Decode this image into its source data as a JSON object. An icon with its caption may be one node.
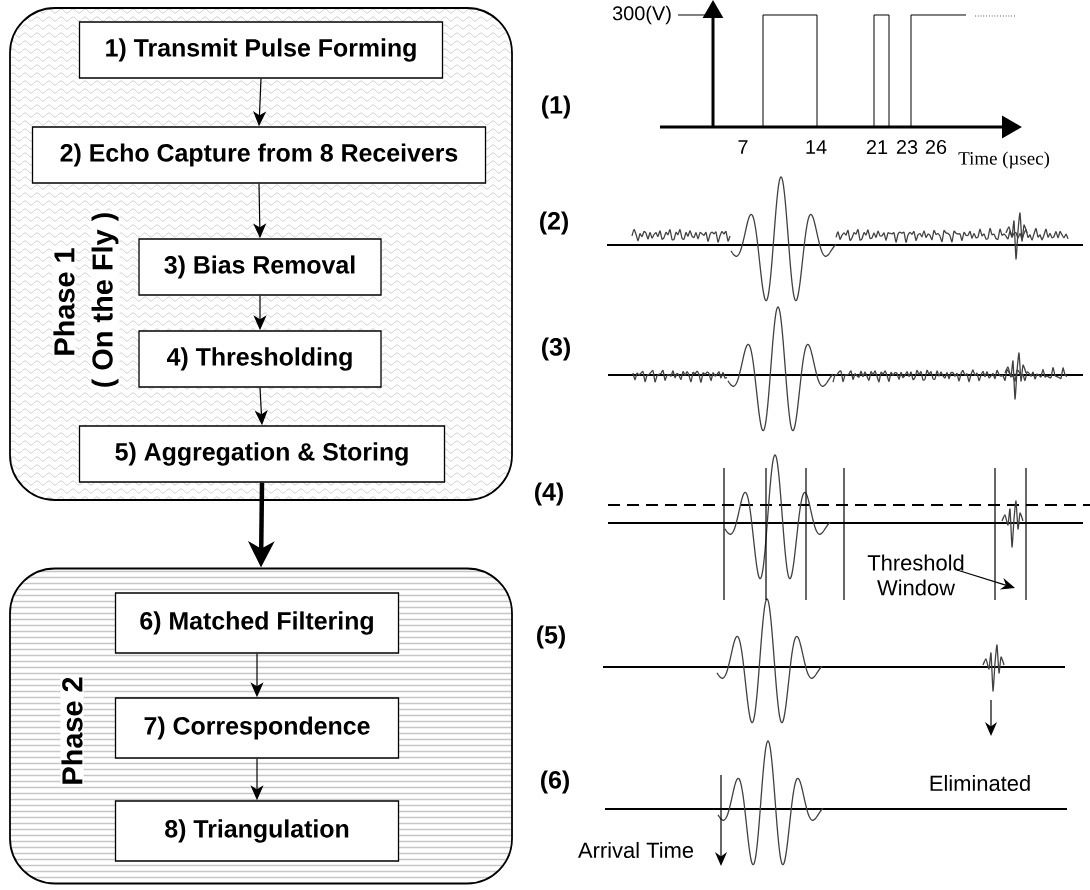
{
  "diagram": {
    "nodes": [
      {
        "text": [
          "Phase 1",
          "( On the Fly )"
        ]
      },
      {
        "text": [
          "1) Transmit Pulse Forming"
        ],
        "in": 0
      },
      {
        "text": [
          "2) Echo Capture from 8 Receivers"
        ],
        "in": 0
      },
      {
        "text": [
          "3) Bias Removal"
        ],
        "in": 0
      },
      {
        "text": [
          "4) Thresholding"
        ],
        "in": 0
      },
      {
        "text": [
          "5) Aggregation & Storing"
        ],
        "in": 0
      },
      {
        "text": [
          "Phase 2"
        ]
      },
      {
        "text": [
          "6) Matched Filtering"
        ],
        "in": 6
      },
      {
        "text": [
          "7) Correspondence"
        ],
        "in": 6
      },
      {
        "text": [
          "8) Triangulation"
        ],
        "in": 6
      }
    ],
    "edges": [
      {
        "from": 1,
        "to": 2,
        "arrow": "to"
      },
      {
        "from": 2,
        "to": 3,
        "arrow": "to"
      },
      {
        "from": 3,
        "to": 4,
        "arrow": "to"
      },
      {
        "from": 4,
        "to": 5,
        "arrow": "to"
      },
      {
        "from": 5,
        "to": 6,
        "arrow": "to",
        "style": "thick"
      },
      {
        "from": 7,
        "to": 8,
        "arrow": "to"
      },
      {
        "from": 8,
        "to": 9,
        "arrow": "to"
      }
    ],
    "labels": [
      "300(V)",
      "(1)",
      "7",
      "14",
      "21",
      "23",
      "26",
      "Time (µsec)",
      "(2)",
      "(3)",
      "(4)",
      "Threshold Window",
      "(5)",
      "(6)",
      "Eliminated",
      "Arrival Time"
    ]
  }
}
